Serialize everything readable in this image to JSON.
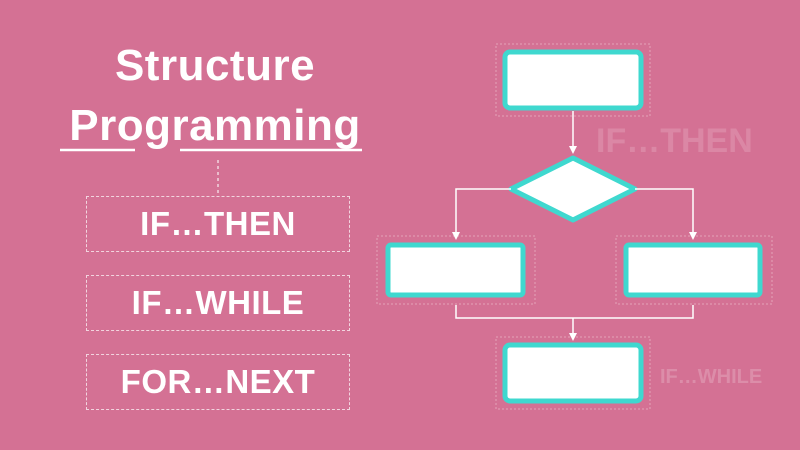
{
  "title": {
    "line1": "Structure",
    "line2": "Programming"
  },
  "constructs": [
    "IF…THEN",
    "IF…WHILE",
    "FOR…NEXT"
  ],
  "watermarks": {
    "upper": "IF…THEN",
    "lower": "IF…WHILE"
  },
  "colors": {
    "background": "#d47194",
    "box_fill": "#ffffff",
    "box_border": "#3fd8cf",
    "line": "#ffffff"
  }
}
